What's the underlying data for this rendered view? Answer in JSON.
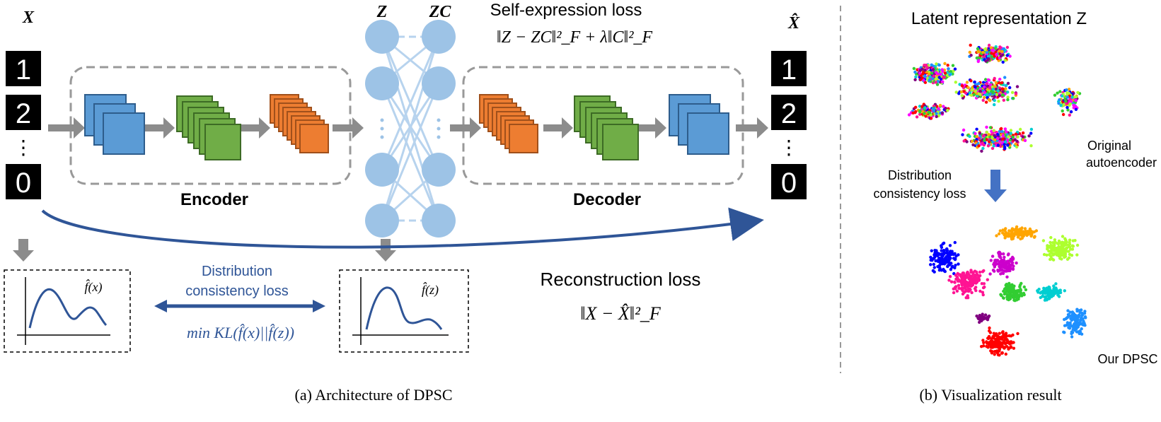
{
  "architecture": {
    "input_label": "X",
    "output_label": "X̂",
    "z_label": "Z",
    "zc_label": "ZC",
    "encoder_label": "Encoder",
    "decoder_label": "Decoder",
    "self_expression": {
      "title": "Self-expression loss",
      "formula": "‖Z − ZC‖²_F + λ‖C‖²_F"
    },
    "digits": [
      "1",
      "2",
      "⋮",
      "0"
    ],
    "density_x_label": "f̂(x)",
    "density_z_label": "f̂(z)",
    "distribution_loss": {
      "line1": "Distribution",
      "line2": "consistency loss",
      "formula": "min KL(f̂(x)||f̂(z))"
    },
    "reconstruction": {
      "title": "Reconstruction loss",
      "formula": "‖X − X̂‖²_F"
    },
    "caption": "(a) Architecture of DPSC"
  },
  "visualization": {
    "title": "Latent representation Z",
    "original_label_1": "Original",
    "original_label_2": "autoencoder",
    "loss_label_1": "Distribution",
    "loss_label_2": "consistency loss",
    "ours_label": "Our DPSC",
    "caption": "(b) Visualization result"
  },
  "colors": {
    "blue_block": "#5b9bd5",
    "green_block": "#70ad47",
    "orange_block": "#ed7d31",
    "node": "#9dc3e6",
    "arrow_dark": "#2f5597",
    "loss_text": "#2f5597",
    "cluster_palette": [
      "#ff1493",
      "#0000ff",
      "#ffa500",
      "#adff2f",
      "#00ced1",
      "#800080",
      "#ff0000",
      "#1e90ff",
      "#32cd32",
      "#ff00ff"
    ]
  }
}
